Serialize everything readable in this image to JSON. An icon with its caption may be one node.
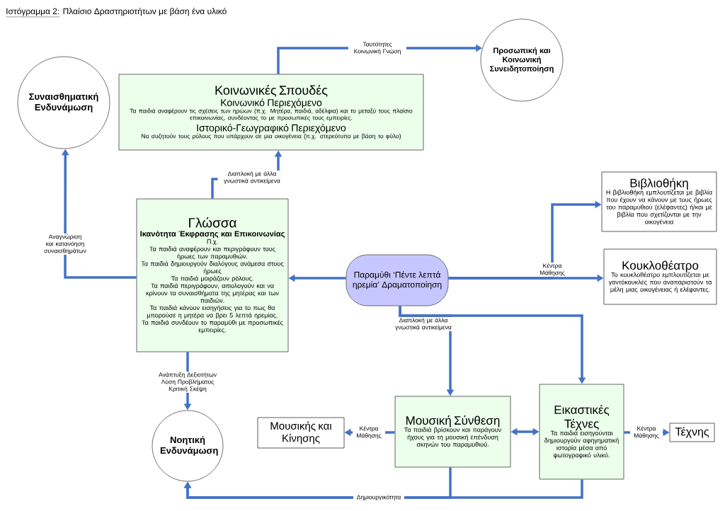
{
  "diagram": {
    "title": "Πλαίσιο Δραστηριοτήτων με βάση ένα υλικό",
    "labels": [
      "Ιστόγραμμα 2:"
    ],
    "nodes": [
      {
        "text": [
          "Συναισθηματική Ενδυνάμωση"
        ]
      },
      {
        "text": [
          "Κοινωνικές Σπουδές",
          "Κοινωνικό Περιεχόμενο",
          "Τα παιδιά αναφέρουν τις σχέσεις των ηρώων (π.χ. Μητέρα, παιδιά, αδέλφια) και το μεταξύ τους πλαίσιο επικοινωνίας, συνδέοντας το με προσωπικές τους εμπειρίες.",
          "Ιστορικό-Γεωγραφικό Περιεχόμενο",
          "Να συζητούν τους ρόλους που υπάρχουν σε μια οικογένεια (π.χ. στερεότυπα με βάση το φύλο)"
        ]
      },
      {
        "text": [
          "Προσωπική και Κοινωνική Συνειδητοποίηση"
        ]
      },
      {
        "text": [
          "Γλώσσα",
          "Ικανότητα Έκφρασης και Επικοινωνίας",
          "Π.χ.",
          "Τα παιδιά αναφέρουν και περιγράφουν τους ήρωες των παραμυθιών.",
          "Τα παιδιά δημιουργούν διαλόγους ανάμεσα στους ήρωες",
          "Τα παιδιά μοιράζουν ρόλους.",
          "Τα παιδιά περιγράφουν, αιτιολογούν και να κρίνουν τα συναισθήματα της μητέρας και των παιδιών.",
          "Τα παιδιά κάνουν εισηγήσεις για το πως θα μπορούσε η μητέρα να βρει 5 λεπτά ηρεμίας.",
          "Τα παιδιά συνδέουν το παραμύθι με προσωπικές εμπειρίες."
        ]
      },
      {
        "text": [
          "Βιβλιοθήκη",
          "Η βιβλιοθήκη εμπλουτίζεται με βιβλία που έχουν να κάνουν με τους ήρωες του παραμυθιού (ελέφαντες) ή/και με βιβλία που σχετίζονται με την οικογένεια"
        ]
      },
      {
        "text": [
          "Παραμύθι ‘Πέντε λεπτά ηρεμία’ Δραματοποίηση"
        ]
      },
      {
        "text": [
          "Κουκλοθέατρο",
          "Το κουκλοθέατρο εμπλουτίζεται με γαντόκουκλες που αναπαριστούν τα μέλη μιας οικογένειας ή ελέφαντες."
        ]
      },
      {
        "text": [
          "Νοητική Ενδυνάμωση"
        ]
      },
      {
        "text": [
          "Μουσικής και Κίνησης"
        ]
      },
      {
        "text": [
          "Μουσική Σύνθεση",
          "Τα παιδιά βρίσκουν και παράγουν ήχους για τη μουσική επένδυση σκηνών του παραμυθιού."
        ]
      },
      {
        "text": [
          "Εικαστικές Τέχνες",
          "Τα παιδιά εισηγούνται δημιουργούν αφηγηματική ιστορία μέσα από φωτογραφικό υλικό."
        ]
      },
      {
        "text": [
          "Τέχνης"
        ]
      }
    ],
    "edges": [
      {
        "from": 1,
        "to": 2,
        "arrow": "to",
        "label": "Ταυτότητες Κοινωνική Γνώση"
      },
      {
        "from": 3,
        "to": 1,
        "arrow": "to",
        "label": "Διαπλοκή με άλλα γνωστικά αντικείμενα"
      },
      {
        "from": 3,
        "to": 0,
        "arrow": "to",
        "label": "Αναγνώριση και κατανόηση συναισθημάτων"
      },
      {
        "from": 5,
        "to": 3,
        "arrow": "to"
      },
      {
        "from": 5,
        "to": 4,
        "arrow": "to"
      },
      {
        "from": 5,
        "to": 6,
        "arrow": "to",
        "label": "Κέντρα Μάθησης"
      },
      {
        "from": 5,
        "to": 9,
        "arrow": "to",
        "label": "Διαπλοκή με άλλα γνωστικά αντικείμενα"
      },
      {
        "from": 5,
        "to": 10,
        "arrow": "to"
      },
      {
        "from": 3,
        "to": 7,
        "arrow": "to",
        "label": "Ανάπτυξη Δεξιοτήτων Λύση Προβλήματος Κριτική Σκέψη"
      },
      {
        "from": 9,
        "to": 8,
        "arrow": "to",
        "label": "Κέντρα Μάθησης"
      },
      {
        "from": 9,
        "to": 10,
        "arrow": "both"
      },
      {
        "from": 10,
        "to": 11,
        "arrow": "to",
        "label": "Κέντρα Μάθησης"
      },
      {
        "from": 9,
        "to": 7,
        "arrow": "to",
        "label": "Δημιουργικότητα"
      },
      {
        "from": 10,
        "to": 7,
        "arrow": "to"
      }
    ]
  }
}
